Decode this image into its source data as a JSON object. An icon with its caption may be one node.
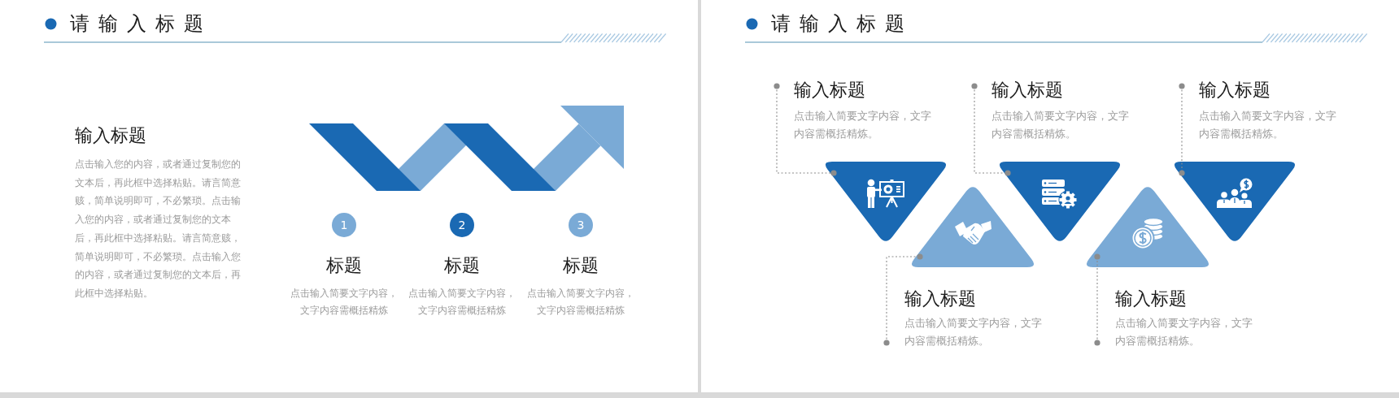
{
  "diagram": {
    "nodes": [
      {
        "text": [
          "1"
        ],
        "beside": [
          "标题",
          "点击输入简要文字内容，文字内容需概括精炼"
        ]
      },
      {
        "text": [
          "2"
        ],
        "beside": [
          "标题",
          "点击输入简要文字内容，文字内容需概括精炼"
        ]
      },
      {
        "text": [
          "3"
        ],
        "beside": [
          "标题",
          "点击输入简要文字内容，文字内容需概括精炼"
        ]
      },
      {
        "text": [
          "输入标题",
          "点击输入简要文字内容，文字内容需概括精炼。"
        ]
      },
      {
        "text": [
          "输入标题",
          "点击输入简要文字内容，文字内容需概括精炼。"
        ]
      },
      {
        "text": [
          "输入标题",
          "点击输入简要文字内容，文字内容需概括精炼。"
        ]
      },
      {
        "text": [],
        "shape": "triangle"
      },
      {
        "text": [],
        "shape": "triangle"
      },
      {
        "text": [],
        "shape": "triangle"
      },
      {
        "text": [],
        "shape": "triangle"
      },
      {
        "text": [],
        "shape": "triangle"
      },
      {
        "text": [
          "输入标题",
          "点击输入简要文字内容，文字内容需概括精炼。"
        ]
      },
      {
        "text": [
          "输入标题",
          "点击输入简要文字内容，文字内容需概括精炼。"
        ]
      }
    ],
    "edges": [
      {
        "from": 3,
        "to": 6,
        "arrow": "other",
        "style": "dashed"
      },
      {
        "from": 4,
        "to": 8,
        "arrow": "other",
        "style": "dashed"
      },
      {
        "from": 5,
        "to": 10,
        "arrow": "other",
        "style": "dashed"
      },
      {
        "from": 11,
        "to": 7,
        "arrow": "other",
        "style": "dashed"
      },
      {
        "from": 12,
        "to": 9,
        "arrow": "other",
        "style": "dashed"
      }
    ],
    "labels": [
      "请输入标题",
      "输入标题",
      "点击输入您的内容，或者通过复制您的文本后，再此框中选择粘贴。请言简意赅，简单说明即可，不必繁琐。点击输入您的内容，或者通过复制您的文本后，再此框中选择粘贴。请言简意赅，简单说明即可，不必繁琐。点击输入您的内容，或者通过复制您的文本后，再此框中选择粘贴。",
      "请输入标题"
    ]
  }
}
